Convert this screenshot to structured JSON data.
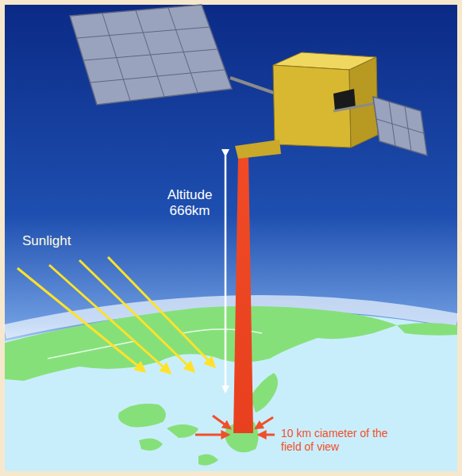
{
  "diagram": {
    "labels": [
      "Altitude 666km",
      "Sunlight",
      "10 km ciameter of the field of view"
    ]
  }
}
